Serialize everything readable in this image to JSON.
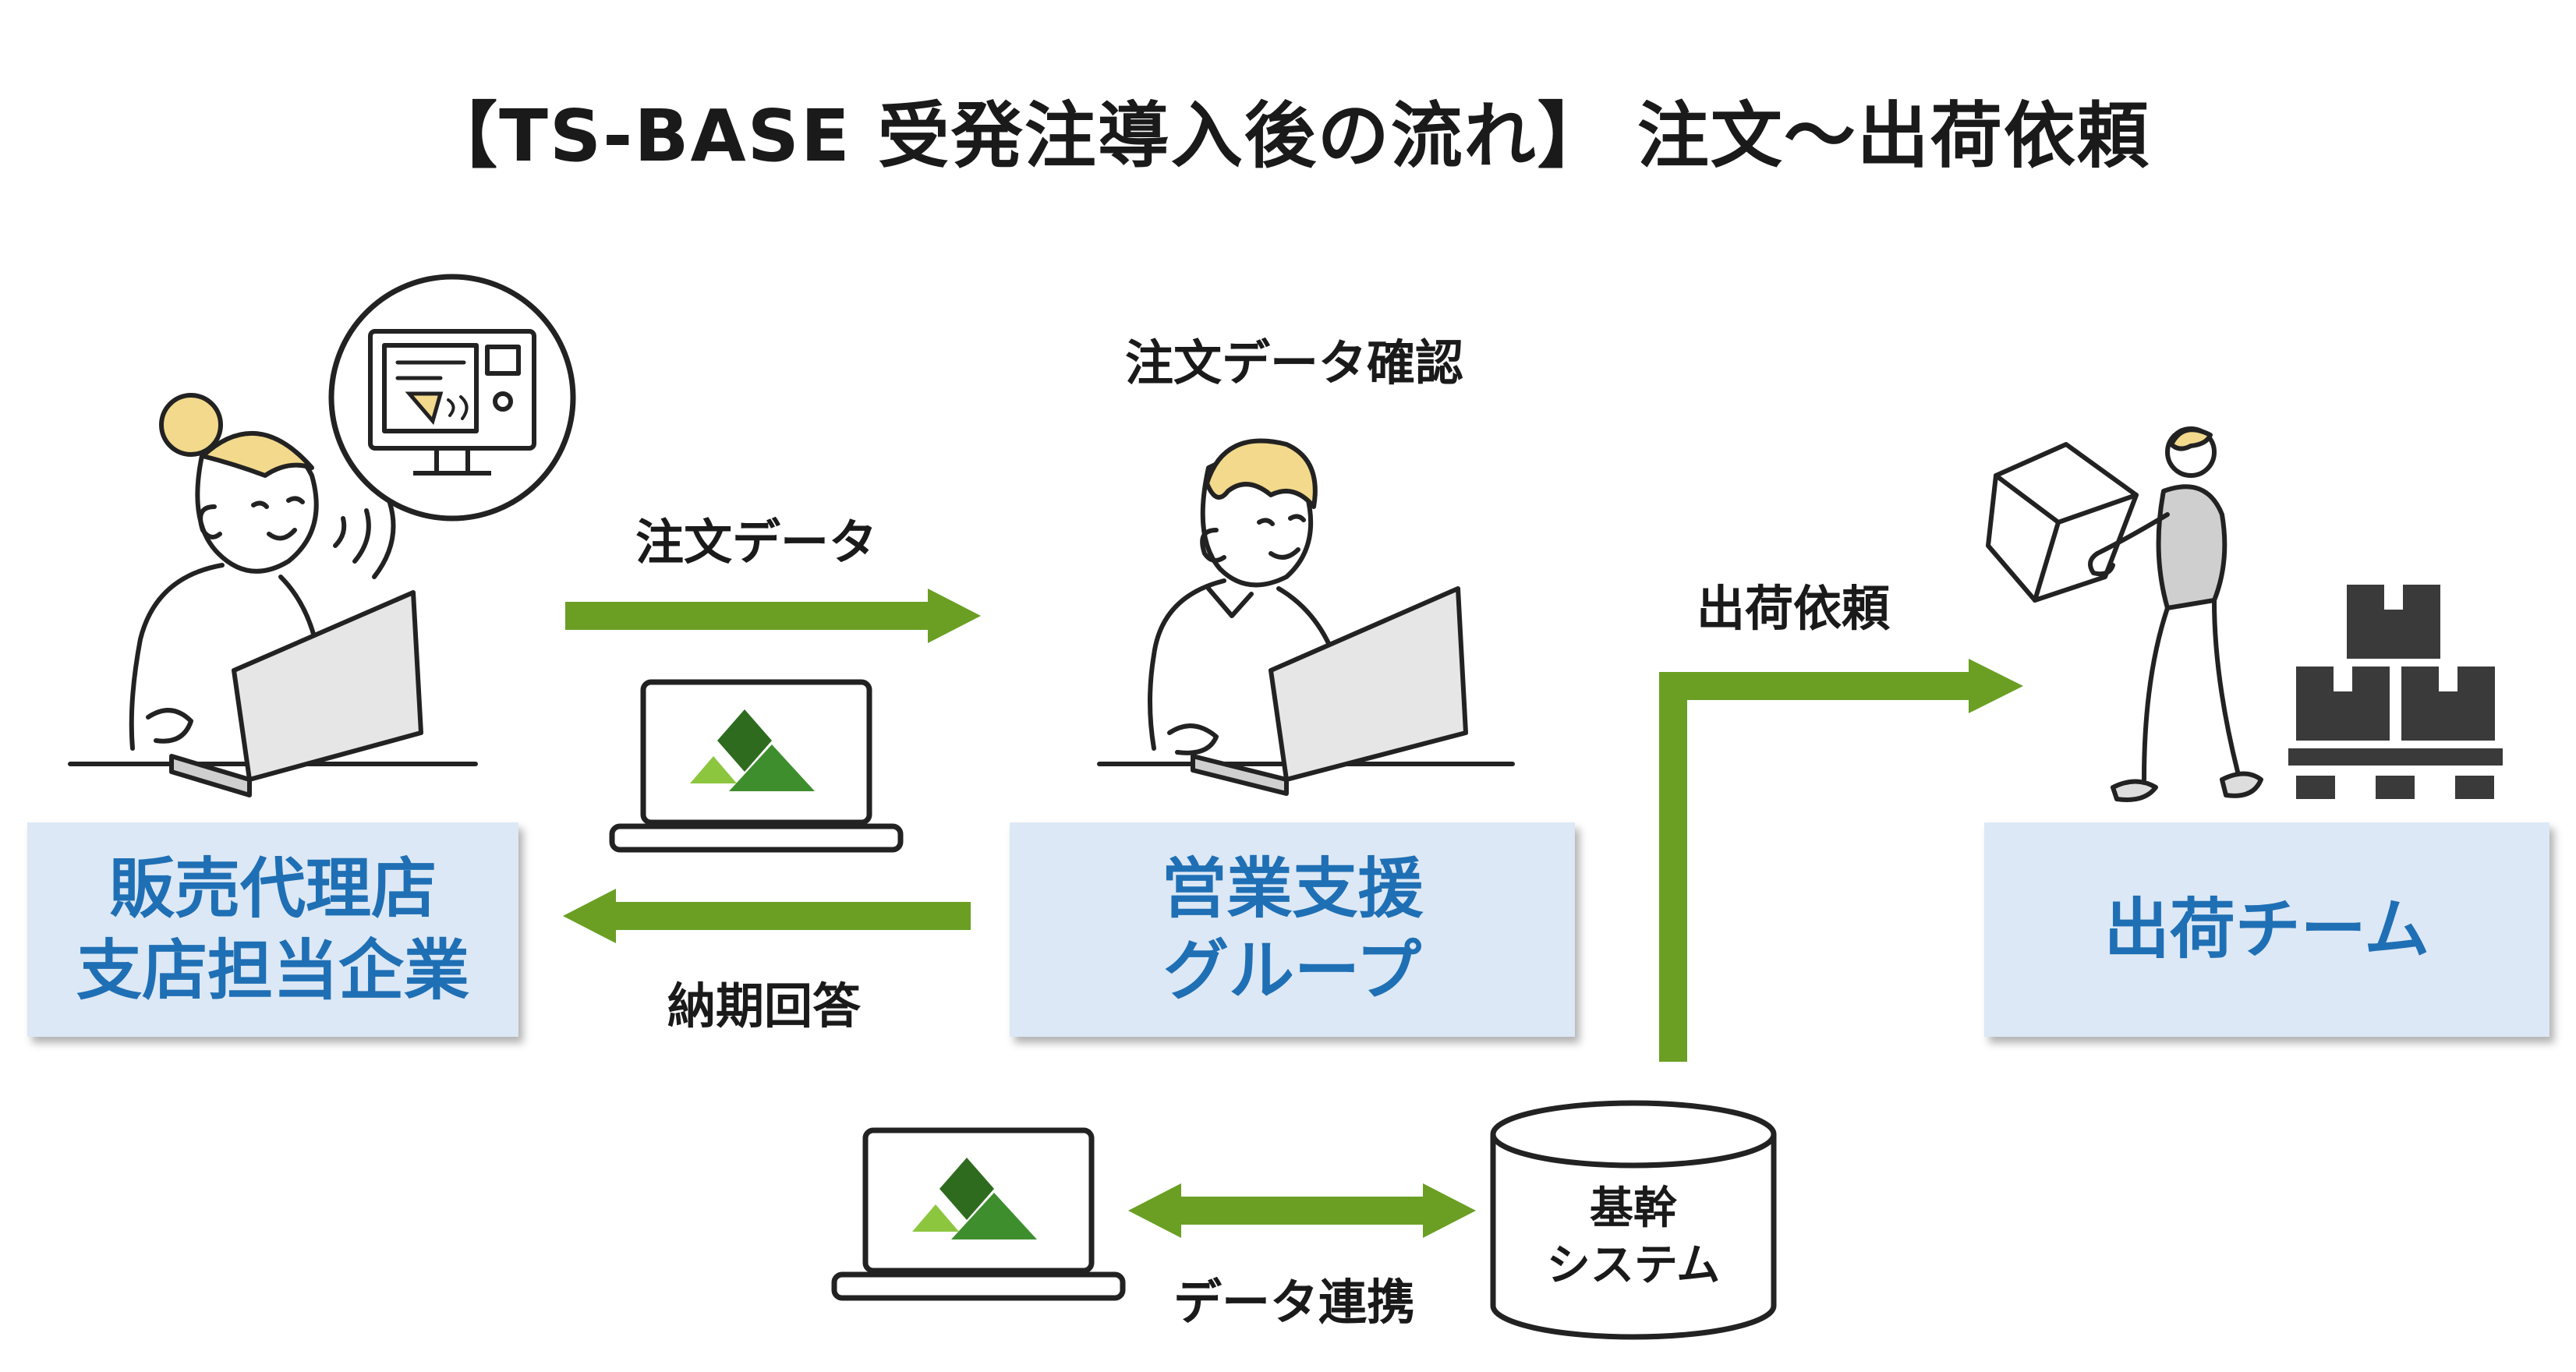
{
  "title": "【TS-BASE 受発注導入後の流れ】 注文～出荷依頼",
  "nodes": {
    "dealer": "販売代理店\n支店担当企業",
    "sales_support": "営業支援\nグループ",
    "shipping_team": "出荷チーム",
    "core_system": "基幹\nシステム"
  },
  "labels": {
    "order_check": "注文データ確認",
    "order_data": "注文データ",
    "delivery_reply": "納期回答",
    "shipping_request": "出荷依頼",
    "data_link": "データ連携"
  },
  "colors": {
    "arrow": "#6a9f24",
    "box_fill": "#dce8f5",
    "box_text": "#1f6fb5",
    "logo_dark": "#2f6b1f",
    "logo_light": "#8cc63f"
  }
}
